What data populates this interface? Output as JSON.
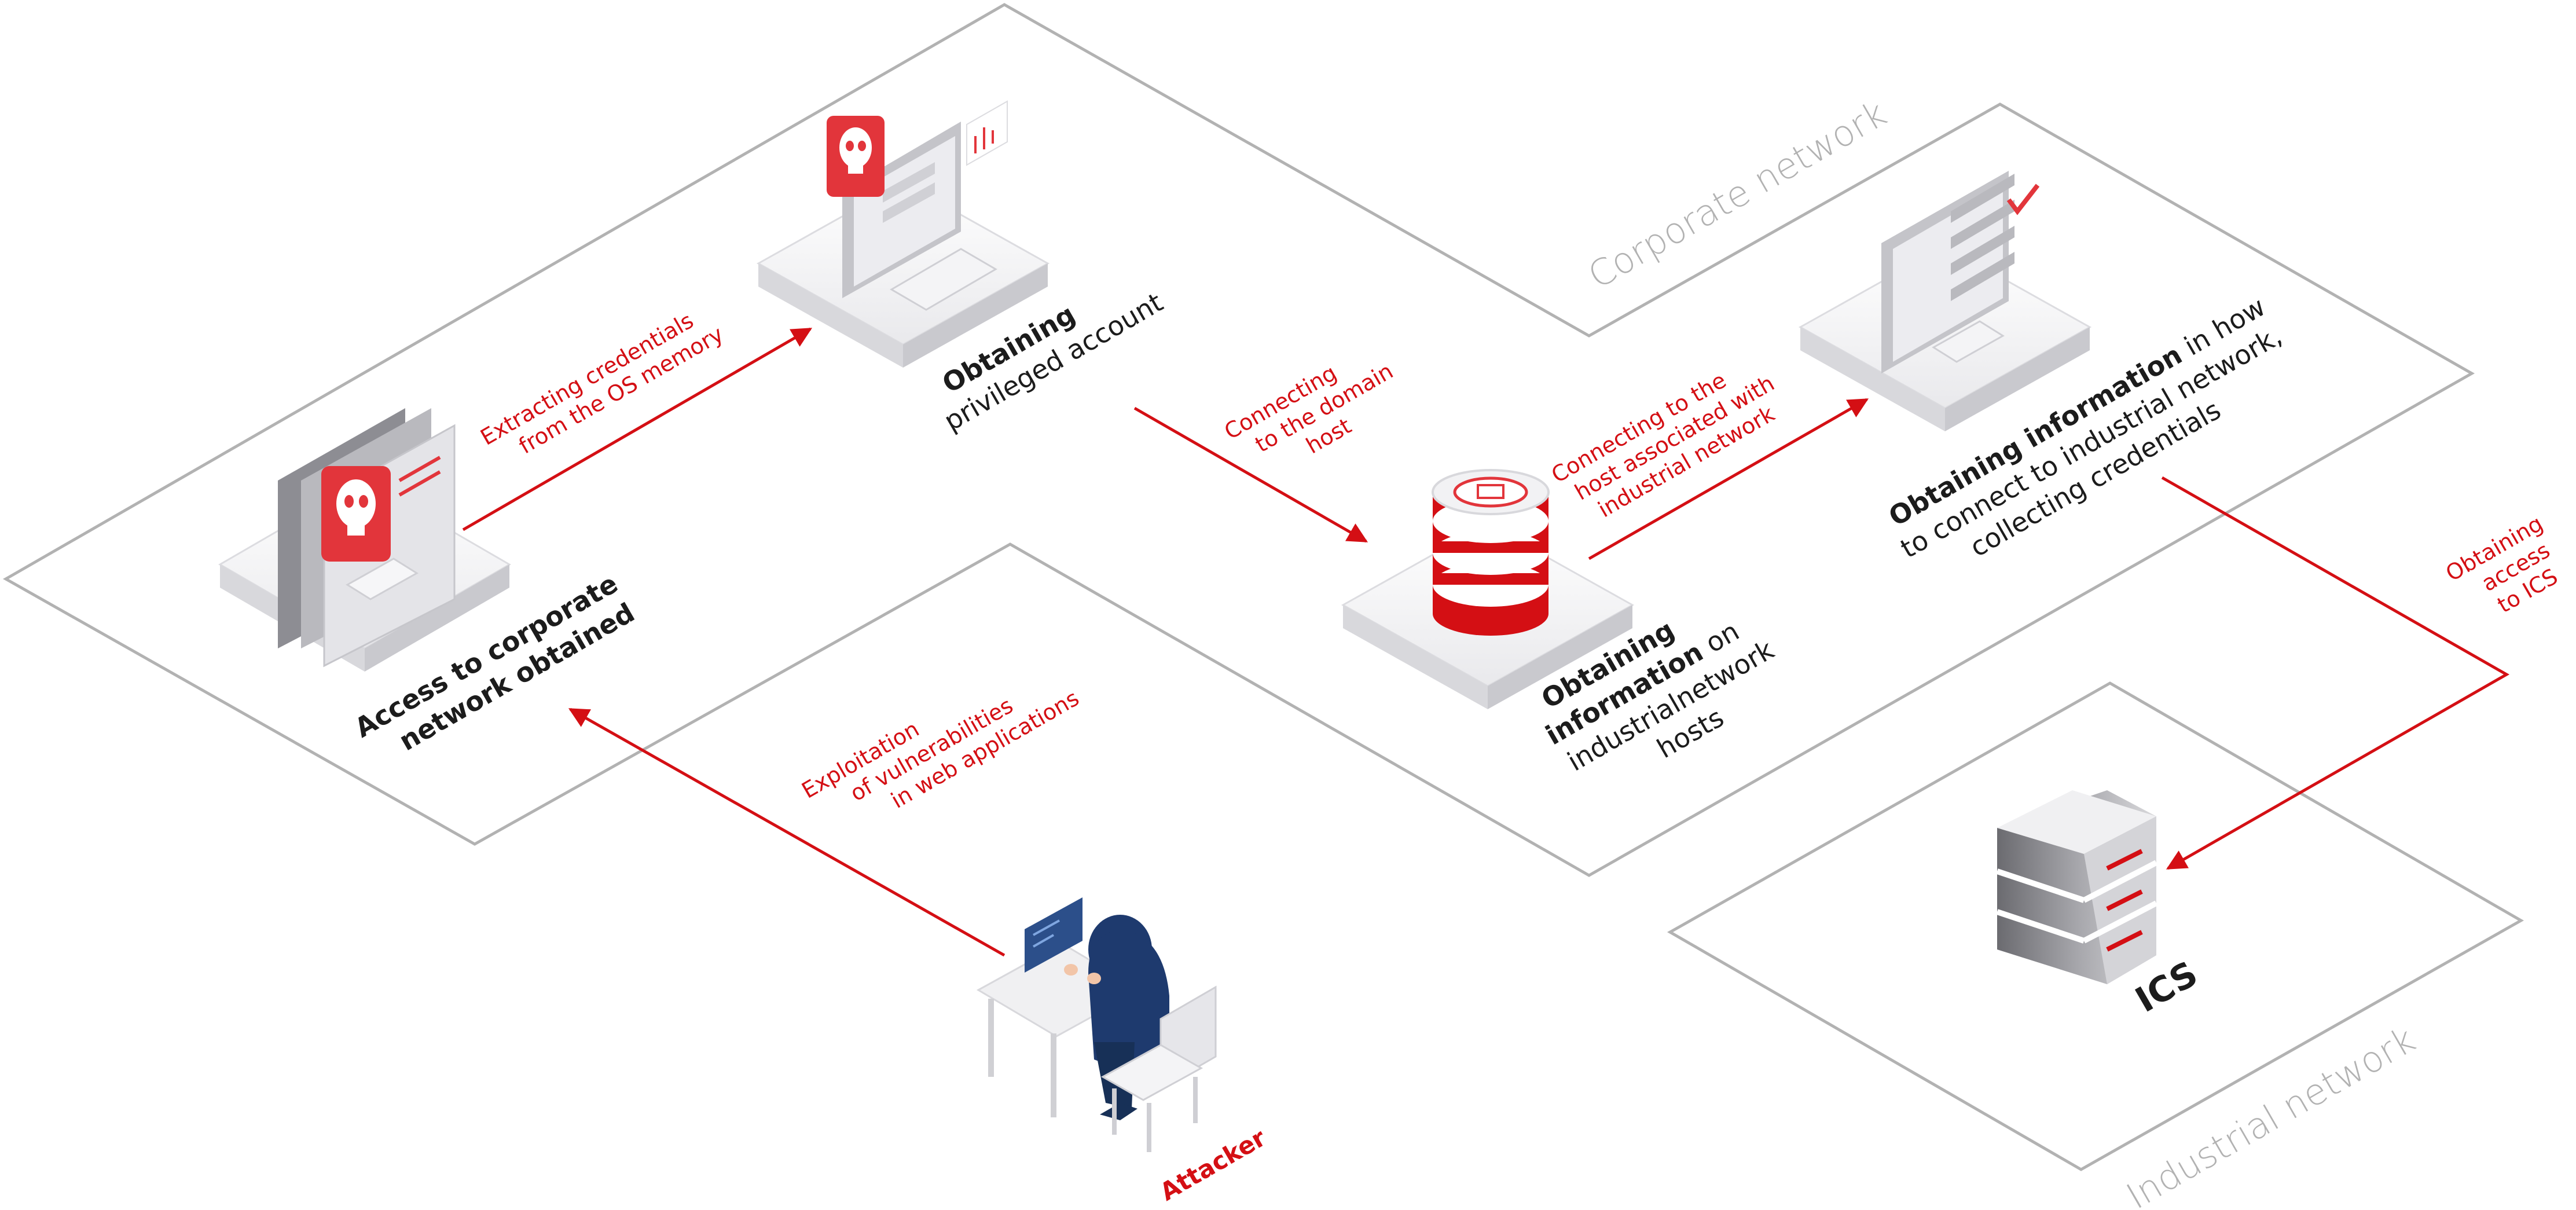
{
  "zones": {
    "corporate": "Corporate network",
    "industrial": "Industrial network"
  },
  "nodes": {
    "access": {
      "line1": "Access to corporate",
      "line2": "network obtained"
    },
    "privileged": {
      "bold": "Obtaining",
      "rest": "privileged account"
    },
    "info_hosts": {
      "bold1": "Obtaining",
      "bold2": "information",
      "rest2": " on",
      "line3": "industrialnetwork",
      "line4": "hosts"
    },
    "info_connect": {
      "bold": "Obtaining information",
      "rest1": " in how",
      "line2": "to connect to industrial network,",
      "line3": "collecting credentials"
    },
    "ics": "ICS",
    "attacker": "Attacker"
  },
  "edges": {
    "exploit": {
      "line1": "Exploitation",
      "line2": "of vulnerabilities",
      "line3": "in web applications"
    },
    "extract": {
      "line1": "Extracting credentials",
      "line2": "from the OS memory"
    },
    "domain": {
      "line1": "Connecting",
      "line2": "to the domain",
      "line3": "host"
    },
    "industrial_host": {
      "line1": "Connecting to the",
      "line2": "host associated with",
      "line3": "industrial network"
    },
    "access_ics": {
      "line1": "Obtaining",
      "line2": "access",
      "line3": "to ICS"
    }
  },
  "colors": {
    "accent": "#d40f14",
    "outline": "#b2b2b2",
    "text": "#1c1c1c",
    "platform": "#eeeef0",
    "hood": "#1e3a6e"
  }
}
